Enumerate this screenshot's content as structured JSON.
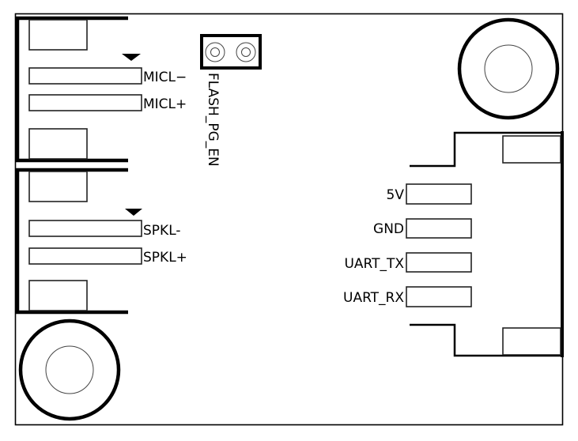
{
  "diagram": {
    "type": "pcb-silkscreen",
    "colors": {
      "ink": "#000000",
      "background": "#ffffff"
    },
    "mic_connector": {
      "pins": [
        {
          "label": "MICL−"
        },
        {
          "label": "MICL+"
        }
      ],
      "pin1_marker": "triangle-down"
    },
    "speaker_connector": {
      "pins": [
        {
          "label": "SPKL-"
        },
        {
          "label": "SPKL+"
        }
      ],
      "pin1_marker": "triangle-down"
    },
    "jumper_header": {
      "label": "FLASH_PG_EN",
      "pin_count": 2
    },
    "power_uart_connector": {
      "pins": [
        {
          "label": "5V"
        },
        {
          "label": "GND"
        },
        {
          "label": "UART_TX"
        },
        {
          "label": "UART_RX"
        }
      ]
    },
    "mounting_holes": [
      {
        "name": "top-right"
      },
      {
        "name": "bottom-left"
      }
    ]
  }
}
